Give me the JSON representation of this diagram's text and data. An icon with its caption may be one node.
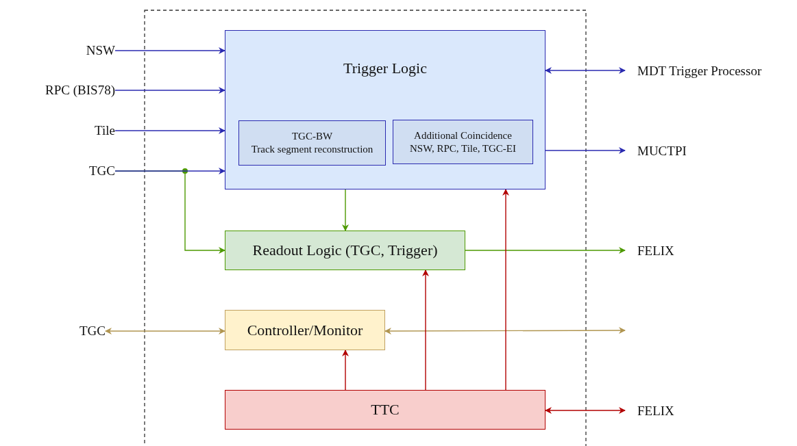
{
  "diagram": {
    "nodes": [
      {
        "text": [
          "NSW"
        ]
      },
      {
        "text": [
          "RPC (BIS78)"
        ]
      },
      {
        "text": [
          "Tile"
        ]
      },
      {
        "text": [
          "TGC"
        ]
      },
      {
        "text": [
          "Trigger Logic"
        ]
      },
      {
        "text": [
          "TGC-BW",
          "Track segment reconstruction"
        ],
        "in": 4
      },
      {
        "text": [
          "Additional Coincidence",
          "NSW, RPC, Tile, TGC-EI"
        ],
        "in": 4
      },
      {
        "text": [
          "MDT Trigger Processor"
        ]
      },
      {
        "text": [
          "MUCTPI"
        ]
      },
      {
        "text": [
          "Readout Logic (TGC, Trigger)"
        ]
      },
      {
        "text": [
          "FELIX"
        ]
      },
      {
        "text": [
          "TGC"
        ]
      },
      {
        "text": [
          "Controller/Monitor"
        ]
      },
      {
        "text": [
          "TTC"
        ]
      },
      {
        "text": [
          "FELIX"
        ]
      }
    ],
    "edges": [
      {
        "from": 0,
        "to": 4,
        "arrow": "to"
      },
      {
        "from": 1,
        "to": 4,
        "arrow": "to"
      },
      {
        "from": 2,
        "to": 4,
        "arrow": "to"
      },
      {
        "from": 3,
        "to": 4,
        "arrow": "to"
      },
      {
        "from": 3,
        "to": 9,
        "arrow": "to",
        "color": "#4d9900"
      },
      {
        "from": 4,
        "to": 7,
        "arrow": "both"
      },
      {
        "from": 4,
        "to": 8,
        "arrow": "to"
      },
      {
        "from": 4,
        "to": 9,
        "arrow": "to",
        "color": "#4d9900"
      },
      {
        "from": 9,
        "to": 10,
        "arrow": "to",
        "color": "#4d9900"
      },
      {
        "from": 11,
        "to": 12,
        "arrow": "both",
        "color": "#b09550"
      },
      {
        "from": 12,
        "to": null,
        "arrow": "both",
        "color": "#b09550"
      },
      {
        "from": 13,
        "to": 12,
        "arrow": "to",
        "color": "#b20000"
      },
      {
        "from": 13,
        "to": 9,
        "arrow": "to",
        "color": "#b20000"
      },
      {
        "from": 13,
        "to": 4,
        "arrow": "to",
        "color": "#b20000"
      },
      {
        "from": 13,
        "to": 14,
        "arrow": "both",
        "color": "#b20000"
      }
    ]
  }
}
